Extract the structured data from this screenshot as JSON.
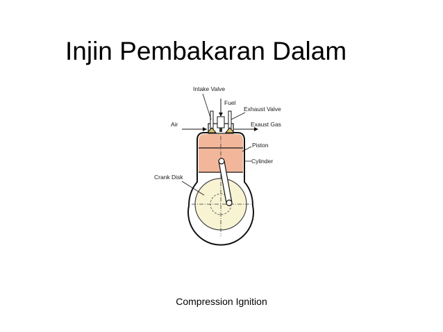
{
  "slide": {
    "title": "Injin Pembakaran Dalam",
    "caption": "Compression Ignition"
  },
  "diagram": {
    "labels": {
      "intake_valve": "Intake Valve",
      "fuel": "Fuel",
      "exhaust_valve": "Exhaust Valve",
      "air": "Air",
      "exhaust_gas": "Exaust Gas",
      "piston": "Piston",
      "cylinder": "Cylinder",
      "crank_disk": "Crank Disk"
    },
    "colors": {
      "combustion_chamber": "#f2b79a",
      "crank_disk": "#f8f3d3",
      "outline": "#111111"
    }
  }
}
